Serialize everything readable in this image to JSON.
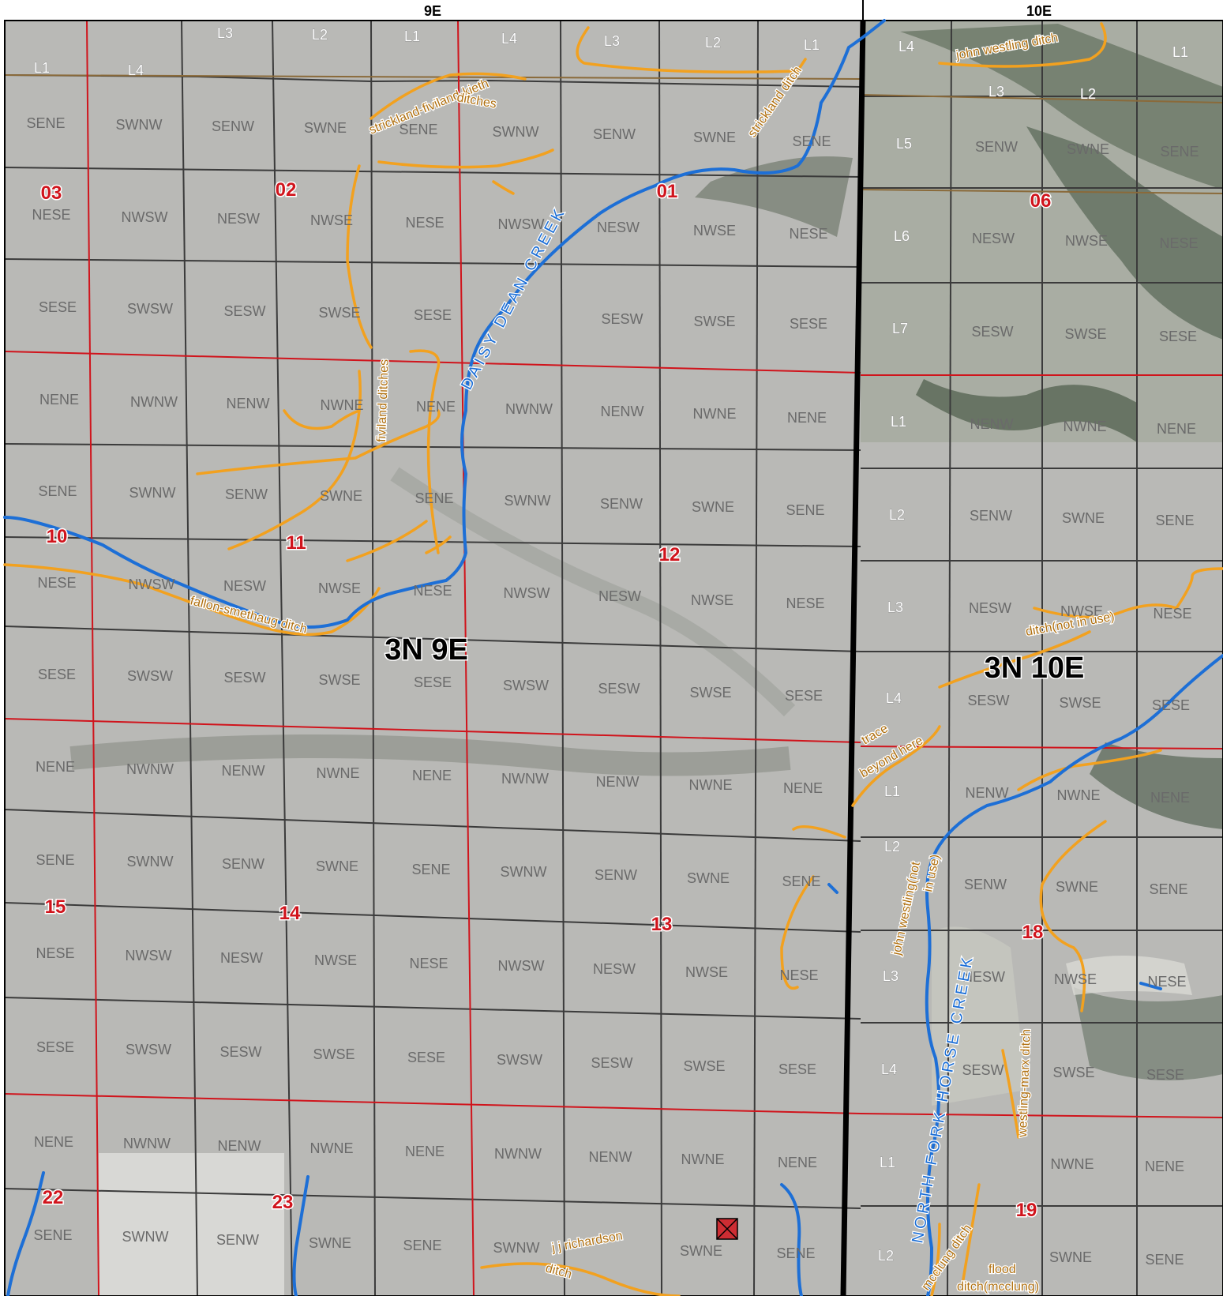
{
  "colors": {
    "creek": "#1d6fd6",
    "ditch": "#f2a11f",
    "section_line": "#d0141c",
    "quarter_line": "#3b3b3b",
    "lot_line": "#8a6a3a",
    "range_line": "#000000",
    "terrain": "#b8b8b4"
  },
  "ranges": {
    "left": "9E",
    "right": "10E"
  },
  "townships": {
    "left": "3N 9E",
    "right": "3N 10E"
  },
  "sections": {
    "s03": "03",
    "s02": "02",
    "s01": "01",
    "s06": "06",
    "s10": "10",
    "s11": "11",
    "s12": "12",
    "s15": "15",
    "s14": "14",
    "s13": "13",
    "s18": "18",
    "s22": "22",
    "s23": "23",
    "s19": "19"
  },
  "lots_top": [
    "L3",
    "L2",
    "L1",
    "L4",
    "L3",
    "L2",
    "L1"
  ],
  "lots_topleft": [
    "L1",
    "L4"
  ],
  "lots_r10_top": [
    "L4",
    "L1",
    "L3",
    "L2"
  ],
  "lots_r10_left": [
    "L5",
    "L6",
    "L7",
    "L1",
    "L2",
    "L3",
    "L4",
    "L1",
    "L2",
    "L3",
    "L4",
    "L1",
    "L2"
  ],
  "row_labels": {
    "r1": [
      "SENE",
      "SWNW",
      "SENW",
      "SWNE",
      "SENE",
      "SWNW",
      "SENW",
      "SWNE",
      "SENE"
    ],
    "r2": [
      "NESE",
      "NWSW",
      "NESW",
      "NWSE",
      "NESE",
      "NWSW",
      "NESW",
      "NWSE",
      "NESE"
    ],
    "r3": [
      "SESE",
      "SWSW",
      "SESW",
      "SWSE",
      "SESE",
      "SESW",
      "SWSE",
      "SESE"
    ],
    "r4": [
      "NENE",
      "NWNW",
      "NENW",
      "NWNE",
      "NENE",
      "NWNW",
      "NENW",
      "NWNE",
      "NENE"
    ],
    "r5": [
      "SENE",
      "SWNW",
      "SENW",
      "SWNE",
      "SENE",
      "SWNW",
      "SENW",
      "SWNE",
      "SENE"
    ],
    "r6": [
      "NESE",
      "NWSW",
      "NESW",
      "NWSE",
      "NESE",
      "NWSW",
      "NESW",
      "NWSE",
      "NESE"
    ],
    "r7": [
      "SESE",
      "SWSW",
      "SESW",
      "SWSE",
      "SESE",
      "SWSW",
      "SESW",
      "SWSE",
      "SESE"
    ],
    "r8": [
      "NENE",
      "NWNW",
      "NENW",
      "NWNE",
      "NENE",
      "NWNW",
      "NENW",
      "NWNE",
      "NENE"
    ],
    "r9": [
      "SENE",
      "SWNW",
      "SENW",
      "SWNE",
      "SENE",
      "SWNW",
      "SENW",
      "SWNE",
      "SENE"
    ],
    "r10": [
      "NESE",
      "NWSW",
      "NESW",
      "NWSE",
      "NESE",
      "NWSW",
      "NESW",
      "NWSE",
      "NESE"
    ],
    "r11": [
      "SESE",
      "SWSW",
      "SESW",
      "SWSE",
      "SESE",
      "SWSW",
      "SESW",
      "SWSE",
      "SESE"
    ],
    "r12": [
      "NENE",
      "NWNW",
      "NENW",
      "NWNE",
      "NENE",
      "NWNW",
      "NENW",
      "NWNE",
      "NENE"
    ],
    "r13": [
      "SENE",
      "SWNW",
      "SENW",
      "SWNE",
      "SENE",
      "SWNW",
      "SWNE",
      "SENE"
    ]
  },
  "r10e_labels": {
    "r1": [
      "SENW",
      "SWNE",
      "SENE"
    ],
    "r2": [
      "NESW",
      "NWSE",
      "NESE"
    ],
    "r3": [
      "SESW",
      "SWSE",
      "SESE"
    ],
    "r4": [
      "NENW",
      "NWNE",
      "NENE"
    ],
    "r5": [
      "SENW",
      "SWNE",
      "SENE"
    ],
    "r6": [
      "NESW",
      "NWSE",
      "NESE"
    ],
    "r7": [
      "SESW",
      "SWSE",
      "SESE"
    ],
    "r8": [
      "NENW",
      "NWNE",
      "NENE"
    ],
    "r9": [
      "SENW",
      "SWNE",
      "SENE"
    ],
    "r10": [
      "NESW",
      "NWSE",
      "NESE"
    ],
    "r11": [
      "SESW",
      "SWSE",
      "SESE"
    ],
    "r12": [
      "NWNE",
      "NENE"
    ],
    "r13": [
      "SWNE",
      "SENE"
    ]
  },
  "creeks": {
    "daisy_dean": "DAISY DEAN CREEK",
    "north_fork": "NORTH FORK HORSE CREEK"
  },
  "ditches": {
    "strickland_fiviland_kieth_1": "strickland-fiviland-kieth",
    "strickland_fiviland_kieth_2": "ditches",
    "strickland": "strickland ditch",
    "john_westling": "john westling ditch",
    "fiviland": "fiviland ditches",
    "fallon_smethaug": "fallon-smethaug ditch",
    "ditch_not_in_use": "ditch(not in use)",
    "trace_1": "trace",
    "trace_2": "beyond here",
    "john_westling_niu_1": "john westling(not",
    "john_westling_niu_2": "in use)",
    "westling_marx": "westling-marx ditch",
    "jj_richardson_1": "j j richardson",
    "jj_richardson_2": "ditch",
    "mcclung": "mcclung ditch",
    "flood_1": "flood",
    "flood_2": "ditch(mcclung)"
  }
}
